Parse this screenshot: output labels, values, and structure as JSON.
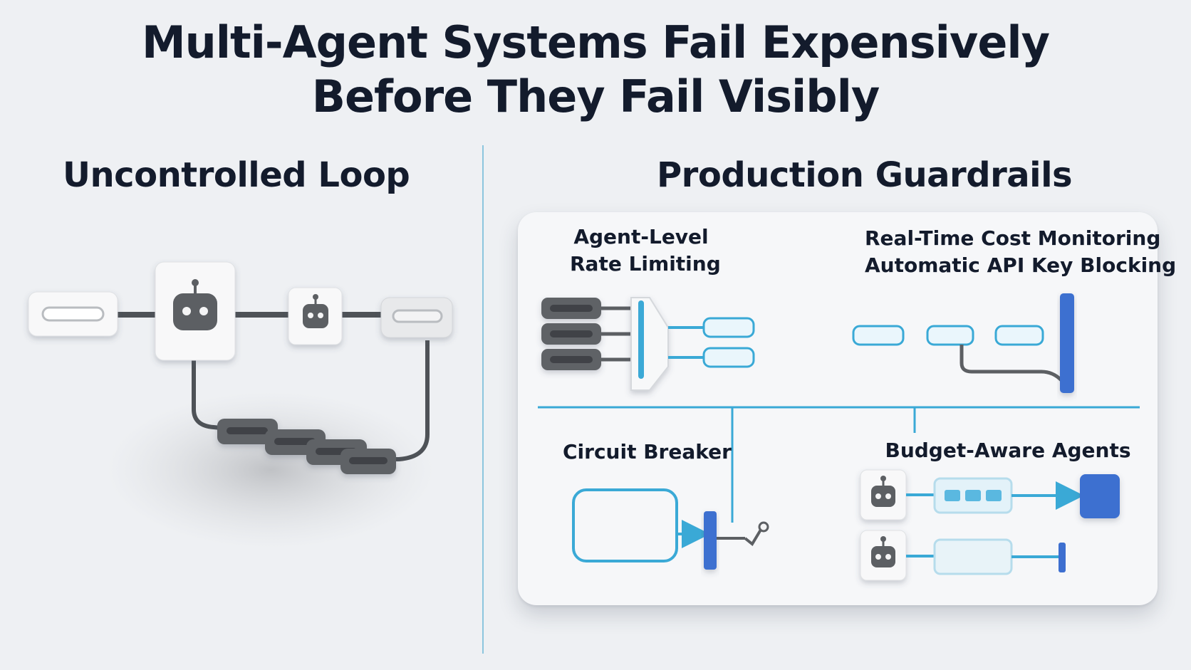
{
  "title": {
    "line1": "Multi-Agent Systems Fail Expensively",
    "line2": "Before They Fail Visibly"
  },
  "left": {
    "heading": "Uncontrolled Loop",
    "icons": [
      "robot-icon",
      "robot-icon"
    ]
  },
  "right": {
    "heading": "Production Guardrails",
    "rate_limiting": {
      "line1": "Agent-Level",
      "line2": "Rate Limiting"
    },
    "cost_monitoring": {
      "line1": "Real-Time Cost Monitoring",
      "line2": "Automatic API Key Blocking"
    },
    "circuit_breaker": {
      "label": "Circuit Breaker"
    },
    "budget_agents": {
      "label": "Budget-Aware Agents",
      "icons": [
        "robot-icon",
        "robot-icon"
      ]
    }
  },
  "colors": {
    "background": "#eef0f3",
    "accent_blue": "#3d6fd0",
    "line_cyan": "#3aa9d6",
    "dark_gray": "#5c5f63",
    "divider": "#8cc6de"
  }
}
